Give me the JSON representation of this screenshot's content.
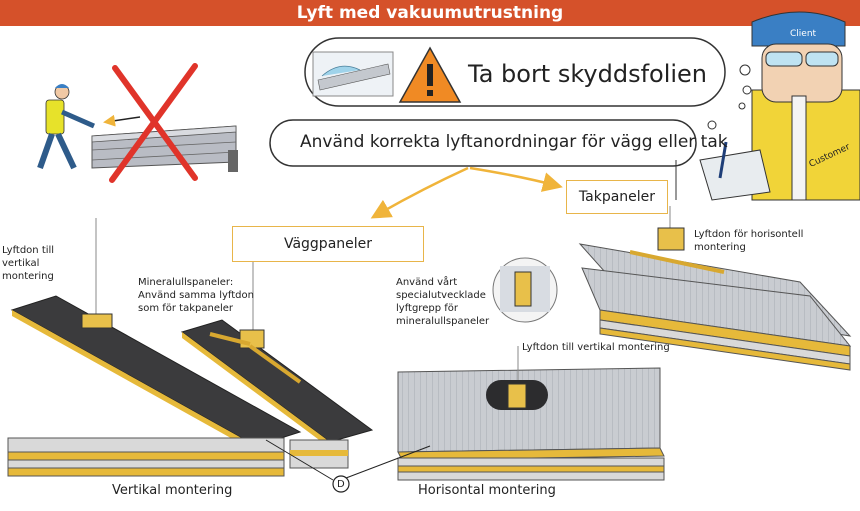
{
  "title": "Lyft med vakuumutrustning",
  "warning_text": "Ta bort skyddsfolien",
  "lifting_text": "Använd korrekta lyftanordningar för vägg eller tak",
  "wall_panels_label": "Väggpaneler",
  "roof_panels_label": "Takpaneler",
  "vertical_lifter_label": "Lyftdon till vertikal montering",
  "mineral_wool_note": "Mineralullspaneler: Använd samma lyftdon som för takpaneler",
  "special_grip_note": "Använd vårt specialutvecklade lyftgrepp för mineralullspaneler",
  "vertical_lifter_label_2": "Lyftdon till vertikal montering",
  "horizontal_lifter_label": "Lyftdon för horisontell montering",
  "vertical_mounting": "Vertikal montering",
  "horizontal_mounting": "Horisontal montering",
  "marker_d": "D",
  "helmet_text": "Client",
  "vest_text": "Customer",
  "colors": {
    "banner": "#d5512a",
    "arrow": "#f0b43a",
    "cross": "#e0342a",
    "warning": "#f08a24",
    "panel_core": "#f2c744"
  }
}
